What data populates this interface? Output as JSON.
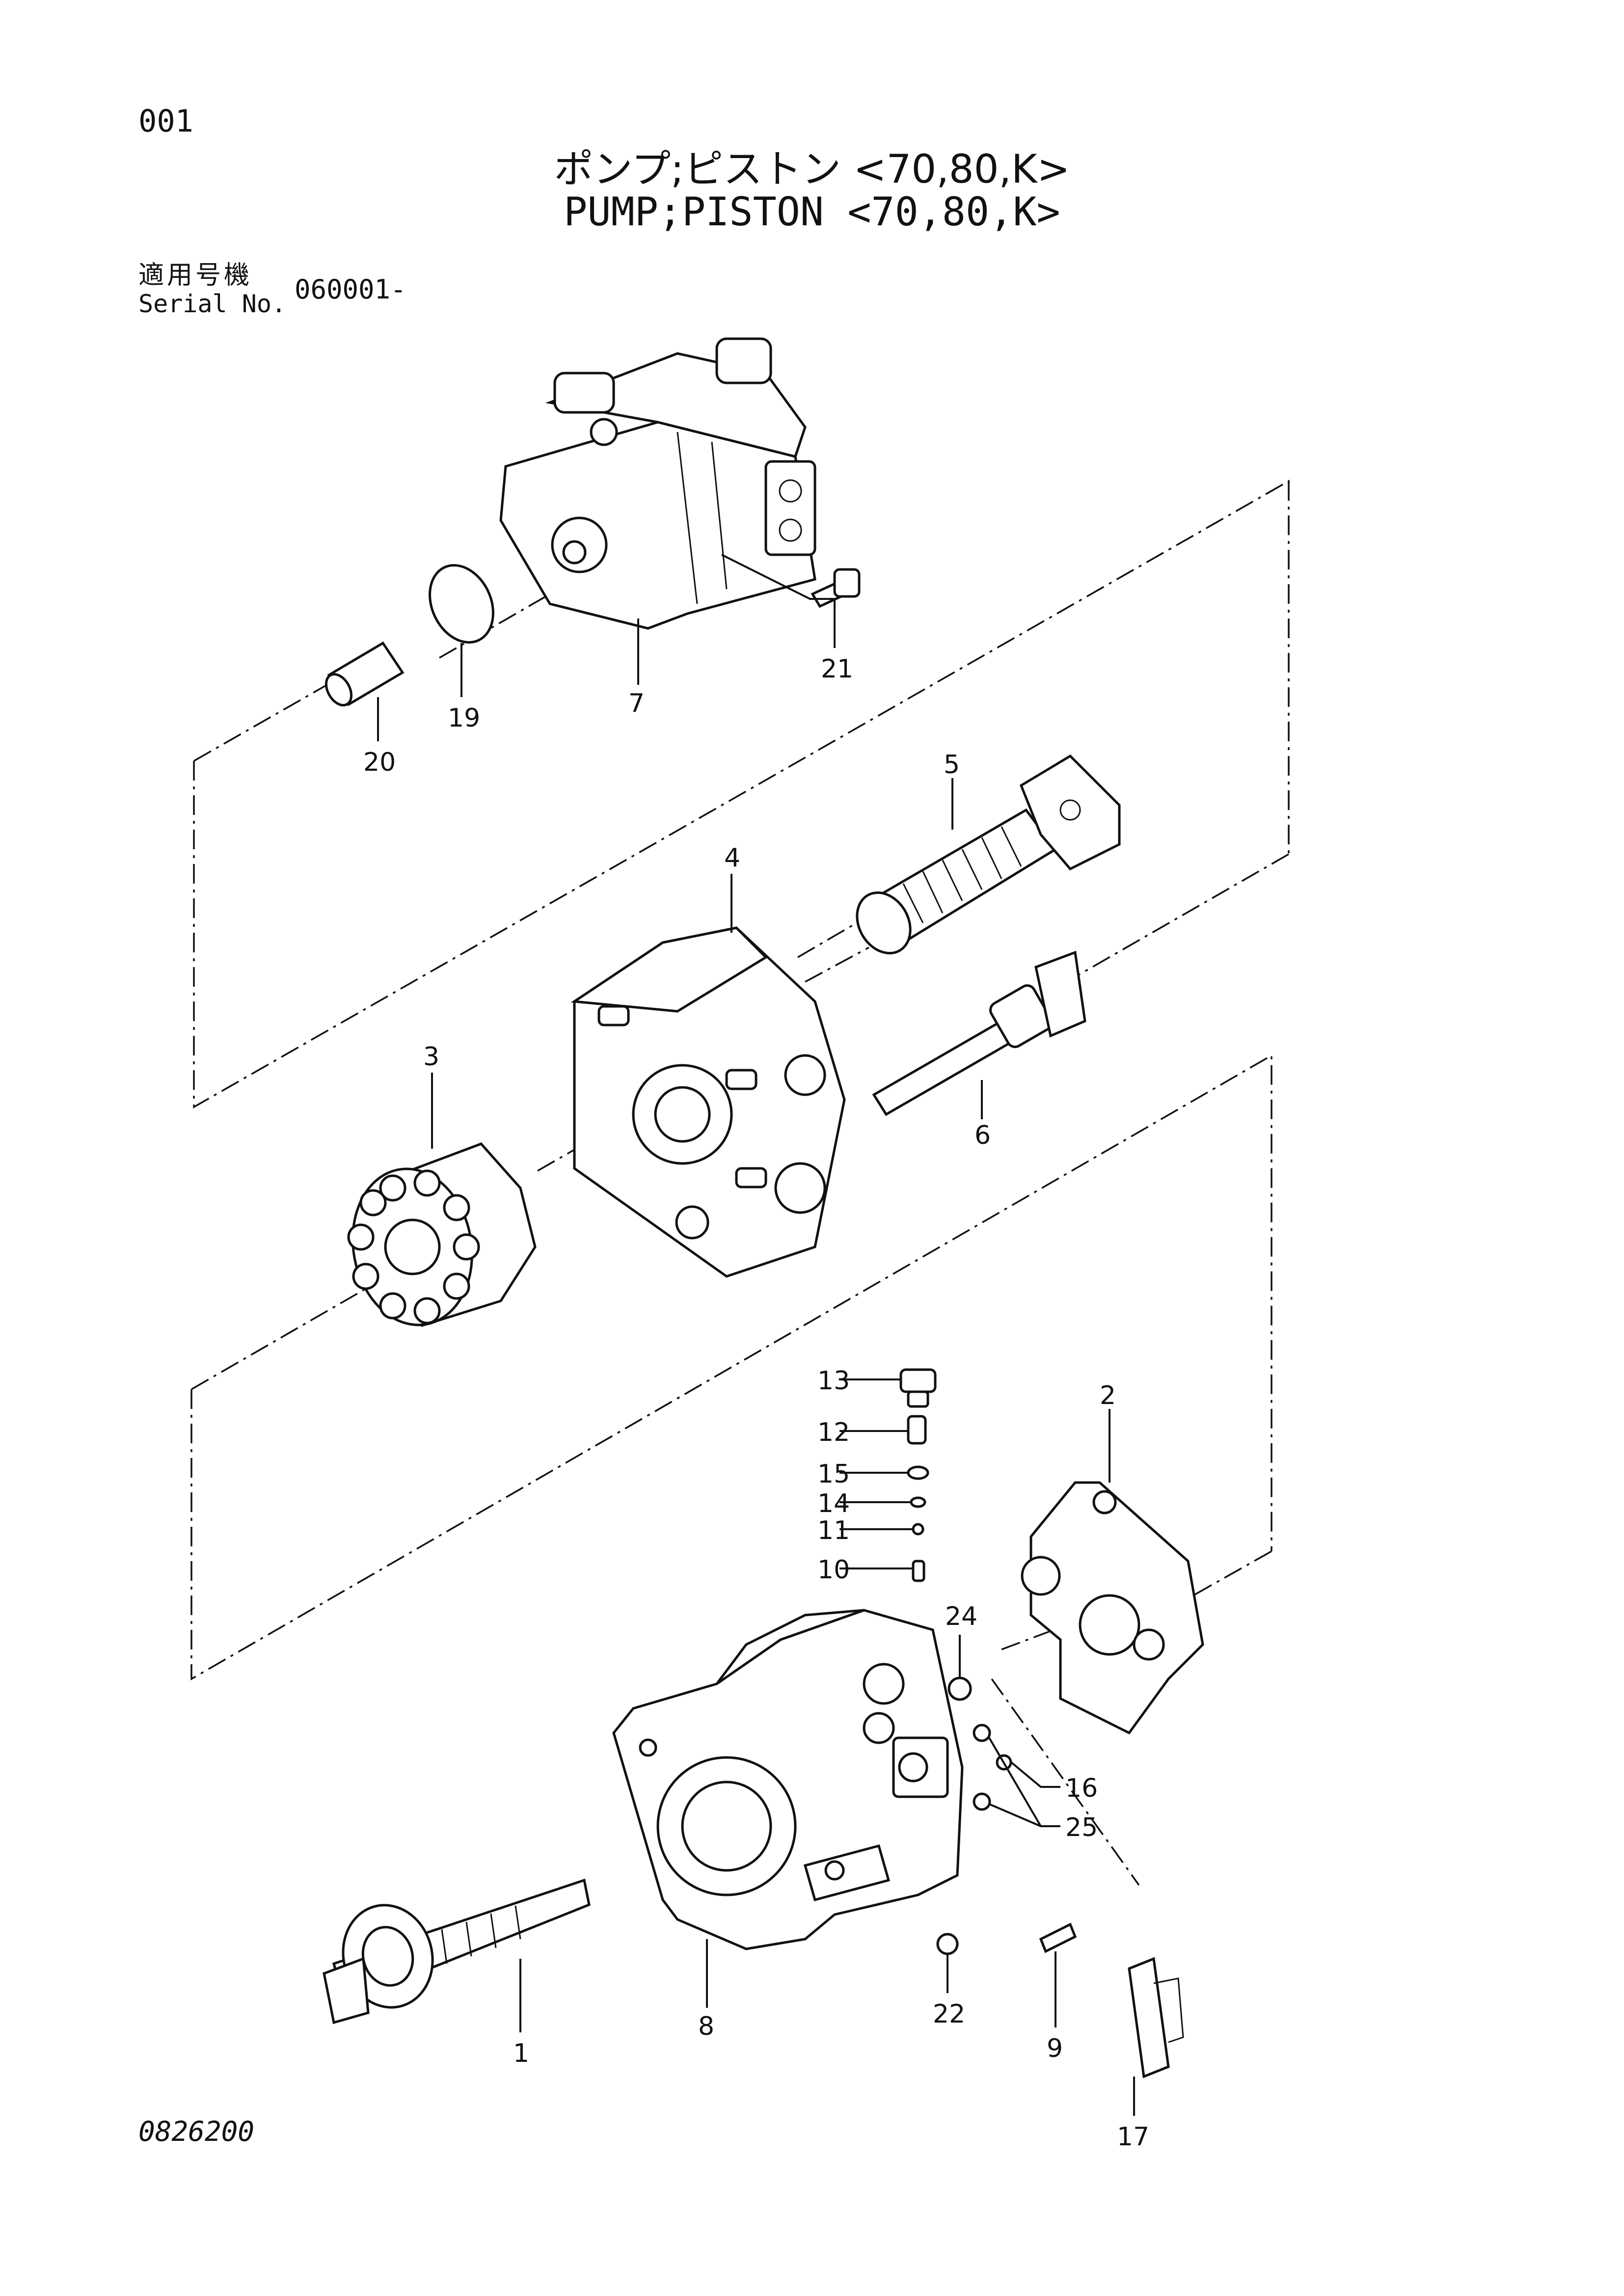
{
  "page_number": "001",
  "title_jp": "ポンプ;ピストン <70,80,K>",
  "title_en": "PUMP;PISTON <70,80,K>",
  "serial_label_jp": "適用号機",
  "serial_label_en": "Serial No.",
  "serial_value": "060001-",
  "drawing_number": "0826200",
  "callouts": {
    "p1": "1",
    "p2": "2",
    "p3": "3",
    "p4": "4",
    "p5": "5",
    "p6": "6",
    "p7": "7",
    "p8": "8",
    "p9": "9",
    "p10": "10",
    "p11": "11",
    "p12": "12",
    "p13": "13",
    "p14": "14",
    "p15": "15",
    "p16": "16",
    "p17": "17",
    "p19": "19",
    "p20": "20",
    "p21": "21",
    "p22": "22",
    "p24": "24",
    "p25": "25"
  }
}
